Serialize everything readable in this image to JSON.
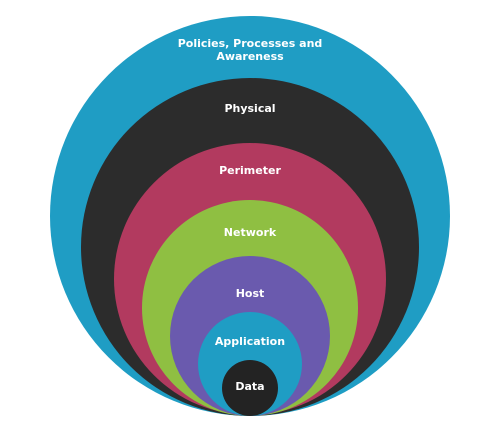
{
  "layers": [
    {
      "label": "Policies, Processes and",
      "label_line2": "Awareness",
      "color": "#1f9dc4"
    },
    {
      "label": "Physical",
      "color": "#2c2c2c"
    },
    {
      "label": "Perimeter",
      "color": "#b23a5f"
    },
    {
      "label": "Network",
      "color": "#8fbf42"
    },
    {
      "label": "Host",
      "color": "#6a5aae"
    },
    {
      "label": "Application",
      "color": "#1f9dc4"
    },
    {
      "label": "Data",
      "color": "#232323"
    }
  ]
}
